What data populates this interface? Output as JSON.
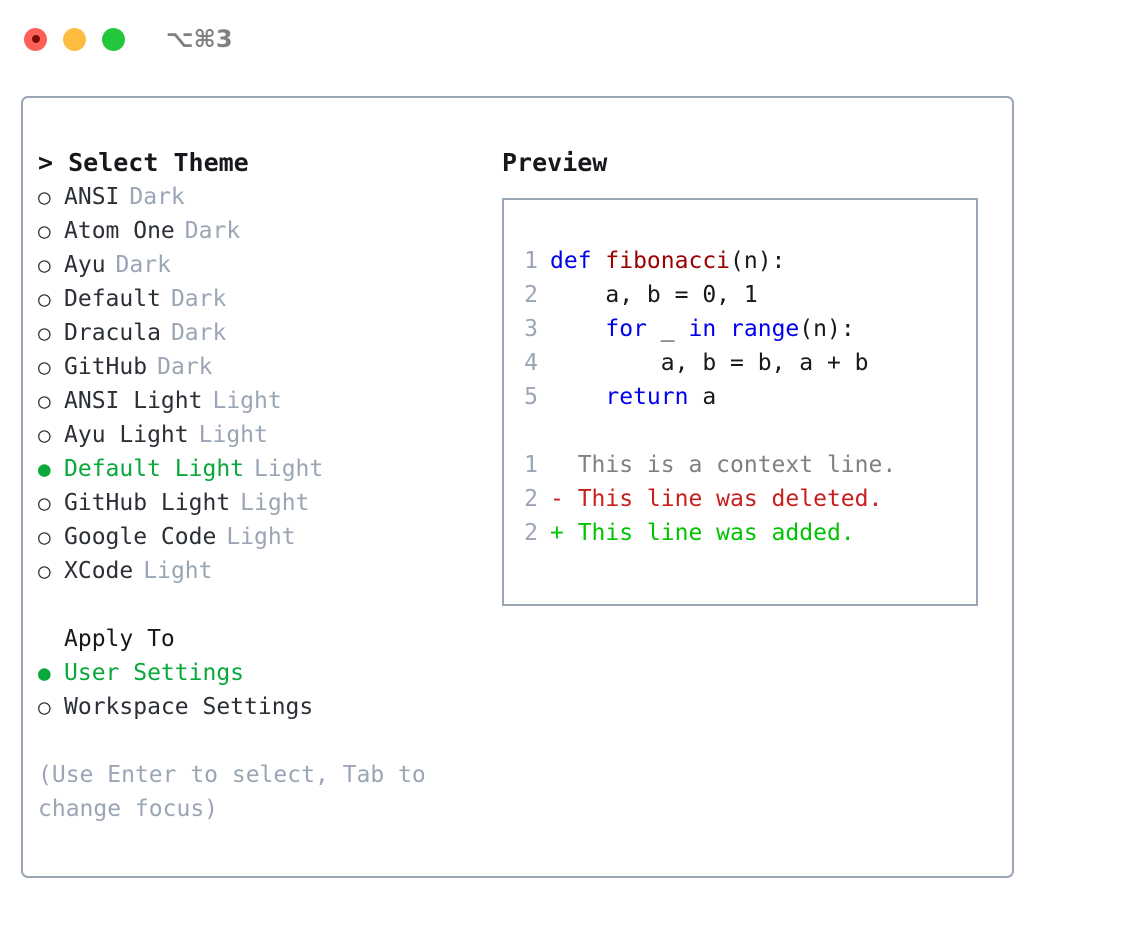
{
  "window": {
    "shortcut": "⌥⌘3",
    "traffic_lights": [
      {
        "name": "close",
        "color": "#fc6058"
      },
      {
        "name": "minimize",
        "color": "#fdbc40"
      },
      {
        "name": "maximize",
        "color": "#22c73c"
      }
    ]
  },
  "theme_panel": {
    "header": "> Select Theme",
    "selected_marker": "●",
    "unselected_marker": "○",
    "selected_color": "#09a83a",
    "muted_color": "#9aa5b5",
    "items": [
      {
        "marker": "○",
        "name": "ANSI",
        "kind": "Dark",
        "selected": false
      },
      {
        "marker": "○",
        "name": "Atom One",
        "kind": "Dark",
        "selected": false
      },
      {
        "marker": "○",
        "name": "Ayu",
        "kind": "Dark",
        "selected": false
      },
      {
        "marker": "○",
        "name": "Default",
        "kind": "Dark",
        "selected": false
      },
      {
        "marker": "○",
        "name": "Dracula",
        "kind": "Dark",
        "selected": false
      },
      {
        "marker": "○",
        "name": "GitHub",
        "kind": "Dark",
        "selected": false
      },
      {
        "marker": "○",
        "name": "ANSI Light",
        "kind": "Light",
        "selected": false
      },
      {
        "marker": "○",
        "name": "Ayu Light",
        "kind": "Light",
        "selected": false
      },
      {
        "marker": "●",
        "name": "Default Light",
        "kind": "Light",
        "selected": true
      },
      {
        "marker": "○",
        "name": "GitHub Light",
        "kind": "Light",
        "selected": false
      },
      {
        "marker": "○",
        "name": "Google Code",
        "kind": "Light",
        "selected": false
      },
      {
        "marker": "○",
        "name": "XCode",
        "kind": "Light",
        "selected": false
      }
    ]
  },
  "apply_to": {
    "title": "Apply To",
    "options": [
      {
        "marker": "●",
        "label": "User Settings",
        "selected": true
      },
      {
        "marker": "○",
        "label": "Workspace Settings",
        "selected": false
      }
    ]
  },
  "help_text": "(Use Enter to select, Tab to change focus)",
  "preview": {
    "title": "Preview",
    "code_lines": [
      {
        "num": "1",
        "tokens": [
          {
            "text": "def ",
            "style": "kw"
          },
          {
            "text": "fibonacci",
            "style": "fn"
          },
          {
            "text": "(n):",
            "style": "plain"
          }
        ]
      },
      {
        "num": "2",
        "tokens": [
          {
            "text": "    a, b = 0, 1",
            "style": "plain"
          }
        ]
      },
      {
        "num": "3",
        "tokens": [
          {
            "text": "    ",
            "style": "plain"
          },
          {
            "text": "for",
            "style": "kw"
          },
          {
            "text": " _ ",
            "style": "plain"
          },
          {
            "text": "in",
            "style": "kw"
          },
          {
            "text": " ",
            "style": "plain"
          },
          {
            "text": "range",
            "style": "kw"
          },
          {
            "text": "(n):",
            "style": "plain"
          }
        ]
      },
      {
        "num": "4",
        "tokens": [
          {
            "text": "        a, b = b, a + b",
            "style": "plain"
          }
        ]
      },
      {
        "num": "5",
        "tokens": [
          {
            "text": "    ",
            "style": "plain"
          },
          {
            "text": "return",
            "style": "kw"
          },
          {
            "text": " a",
            "style": "plain"
          }
        ]
      },
      {
        "num": "",
        "tokens": []
      },
      {
        "num": "1",
        "tokens": [
          {
            "text": "  This is a context line.",
            "style": "ctx"
          }
        ]
      },
      {
        "num": "2",
        "tokens": [
          {
            "text": "- This line was deleted.",
            "style": "del"
          }
        ]
      },
      {
        "num": "2",
        "tokens": [
          {
            "text": "+ This line was added.",
            "style": "add"
          }
        ]
      }
    ],
    "syntax_colors": {
      "keyword": "#0000ee",
      "function": "#9c0000",
      "plain": "#16181c",
      "line_number": "#9aa5b5",
      "diff_context": "#808080",
      "diff_deleted": "#c81e1e",
      "diff_added": "#00c400"
    }
  }
}
